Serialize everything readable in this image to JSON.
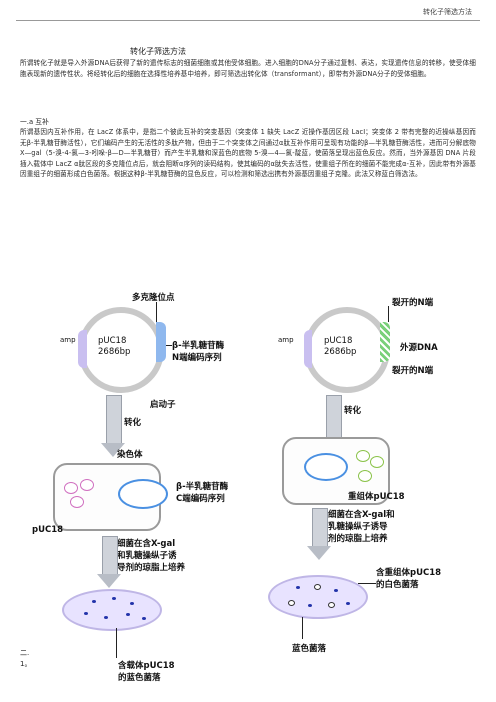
{
  "header": {
    "text": "转化子筛选方法"
  },
  "title": "转化子筛选方法",
  "paragraph1": "所谓转化子就是导入外源DNA后获得了新的遗传标志的细菌细胞或其他受体细胞。进入细胞的DNA分子通过复制、表达，实现遗传信息的转移，使受体细胞表现新的遗传性状。将经转化后的细胞在选择性培养基中培养，即可筛选出转化体（transformant），即带有外源DNA分子的受体细胞。",
  "section_a": "一.a 互补",
  "paragraph2": "所谓基因内互补作用，在 LacZ 体系中，是指二个彼此互补的突变基因（突变体 1 缺失 LacZ 近操作基因区段 LacI；突变体 2 带有完整的近操纵基因而无β-半乳糖苷酶活性），它们编码产生的无活性的多肽产物，但由于二个突变体之间通过α肽互补作用可呈现有功能的β—半乳糖苷酶活性，进而可分解底物 X—gal（5-溴-4-氯—3-吲哚-β—D—半乳糖苷）而产生半乳糖和深蓝色的底物 5-溴—4—氯-靛蓝，使菌落呈现出蓝色反应。然而，当外源基因 DNA 片段插入载体中 LacZ α肽区段的多克隆位点后，就会阻断α序列的读码结构，使其编码的α肽失去活性，使重组子所在的细菌不能完成α-互补，因此带有外源基因重组子的细菌形成白色菌落。根据这种β-半乳糖苷酶的显色反应，可以检测和筛选出携有外源基因重组子克隆。此法又称蓝白筛选法。",
  "figure": {
    "left": {
      "mcs": "多克隆位点",
      "amp": "amp",
      "plasmid_name": "pUC18",
      "plasmid_size": "2686bp",
      "lacz_n": "β-半乳糖苷酶",
      "lacz_n2": "N端编码序列",
      "promoter": "启动子",
      "transform": "转化",
      "chromosome": "染色体",
      "lacz_c": "β-半乳糖苷酶",
      "lacz_c2": "C端编码序列",
      "puc": "pUC18",
      "culture1": "细菌在含X-gal",
      "culture2": "和乳糖操纵子诱",
      "culture3": "导剂的琼脂上培养",
      "result1": "含载体pUC18",
      "result2": "的蓝色菌落"
    },
    "right": {
      "cut_n": "裂开的N端",
      "amp": "amp",
      "plasmid_name": "pUC18",
      "plasmid_size": "2686bp",
      "foreign": "外源DNA",
      "cut_n2": "裂开的N端",
      "transform": "转化",
      "recombinant": "重组体pUC18",
      "culture1": "细菌在含X-gal和",
      "culture2": "乳糖操纵子诱导",
      "culture3": "剂的琼脂上培养",
      "result1": "含重组体pUC18",
      "result2": "的白色菌落",
      "blue": "蓝色菌落"
    }
  },
  "footer": {
    "line1": "二.",
    "line2": "1。"
  },
  "colors": {
    "blue_colony": "#2233aa",
    "agar": "#e8e3ff",
    "amp_region": "#c9bff0",
    "lacz_region": "#8fb8ee",
    "foreign_region": "#7ad07a"
  }
}
